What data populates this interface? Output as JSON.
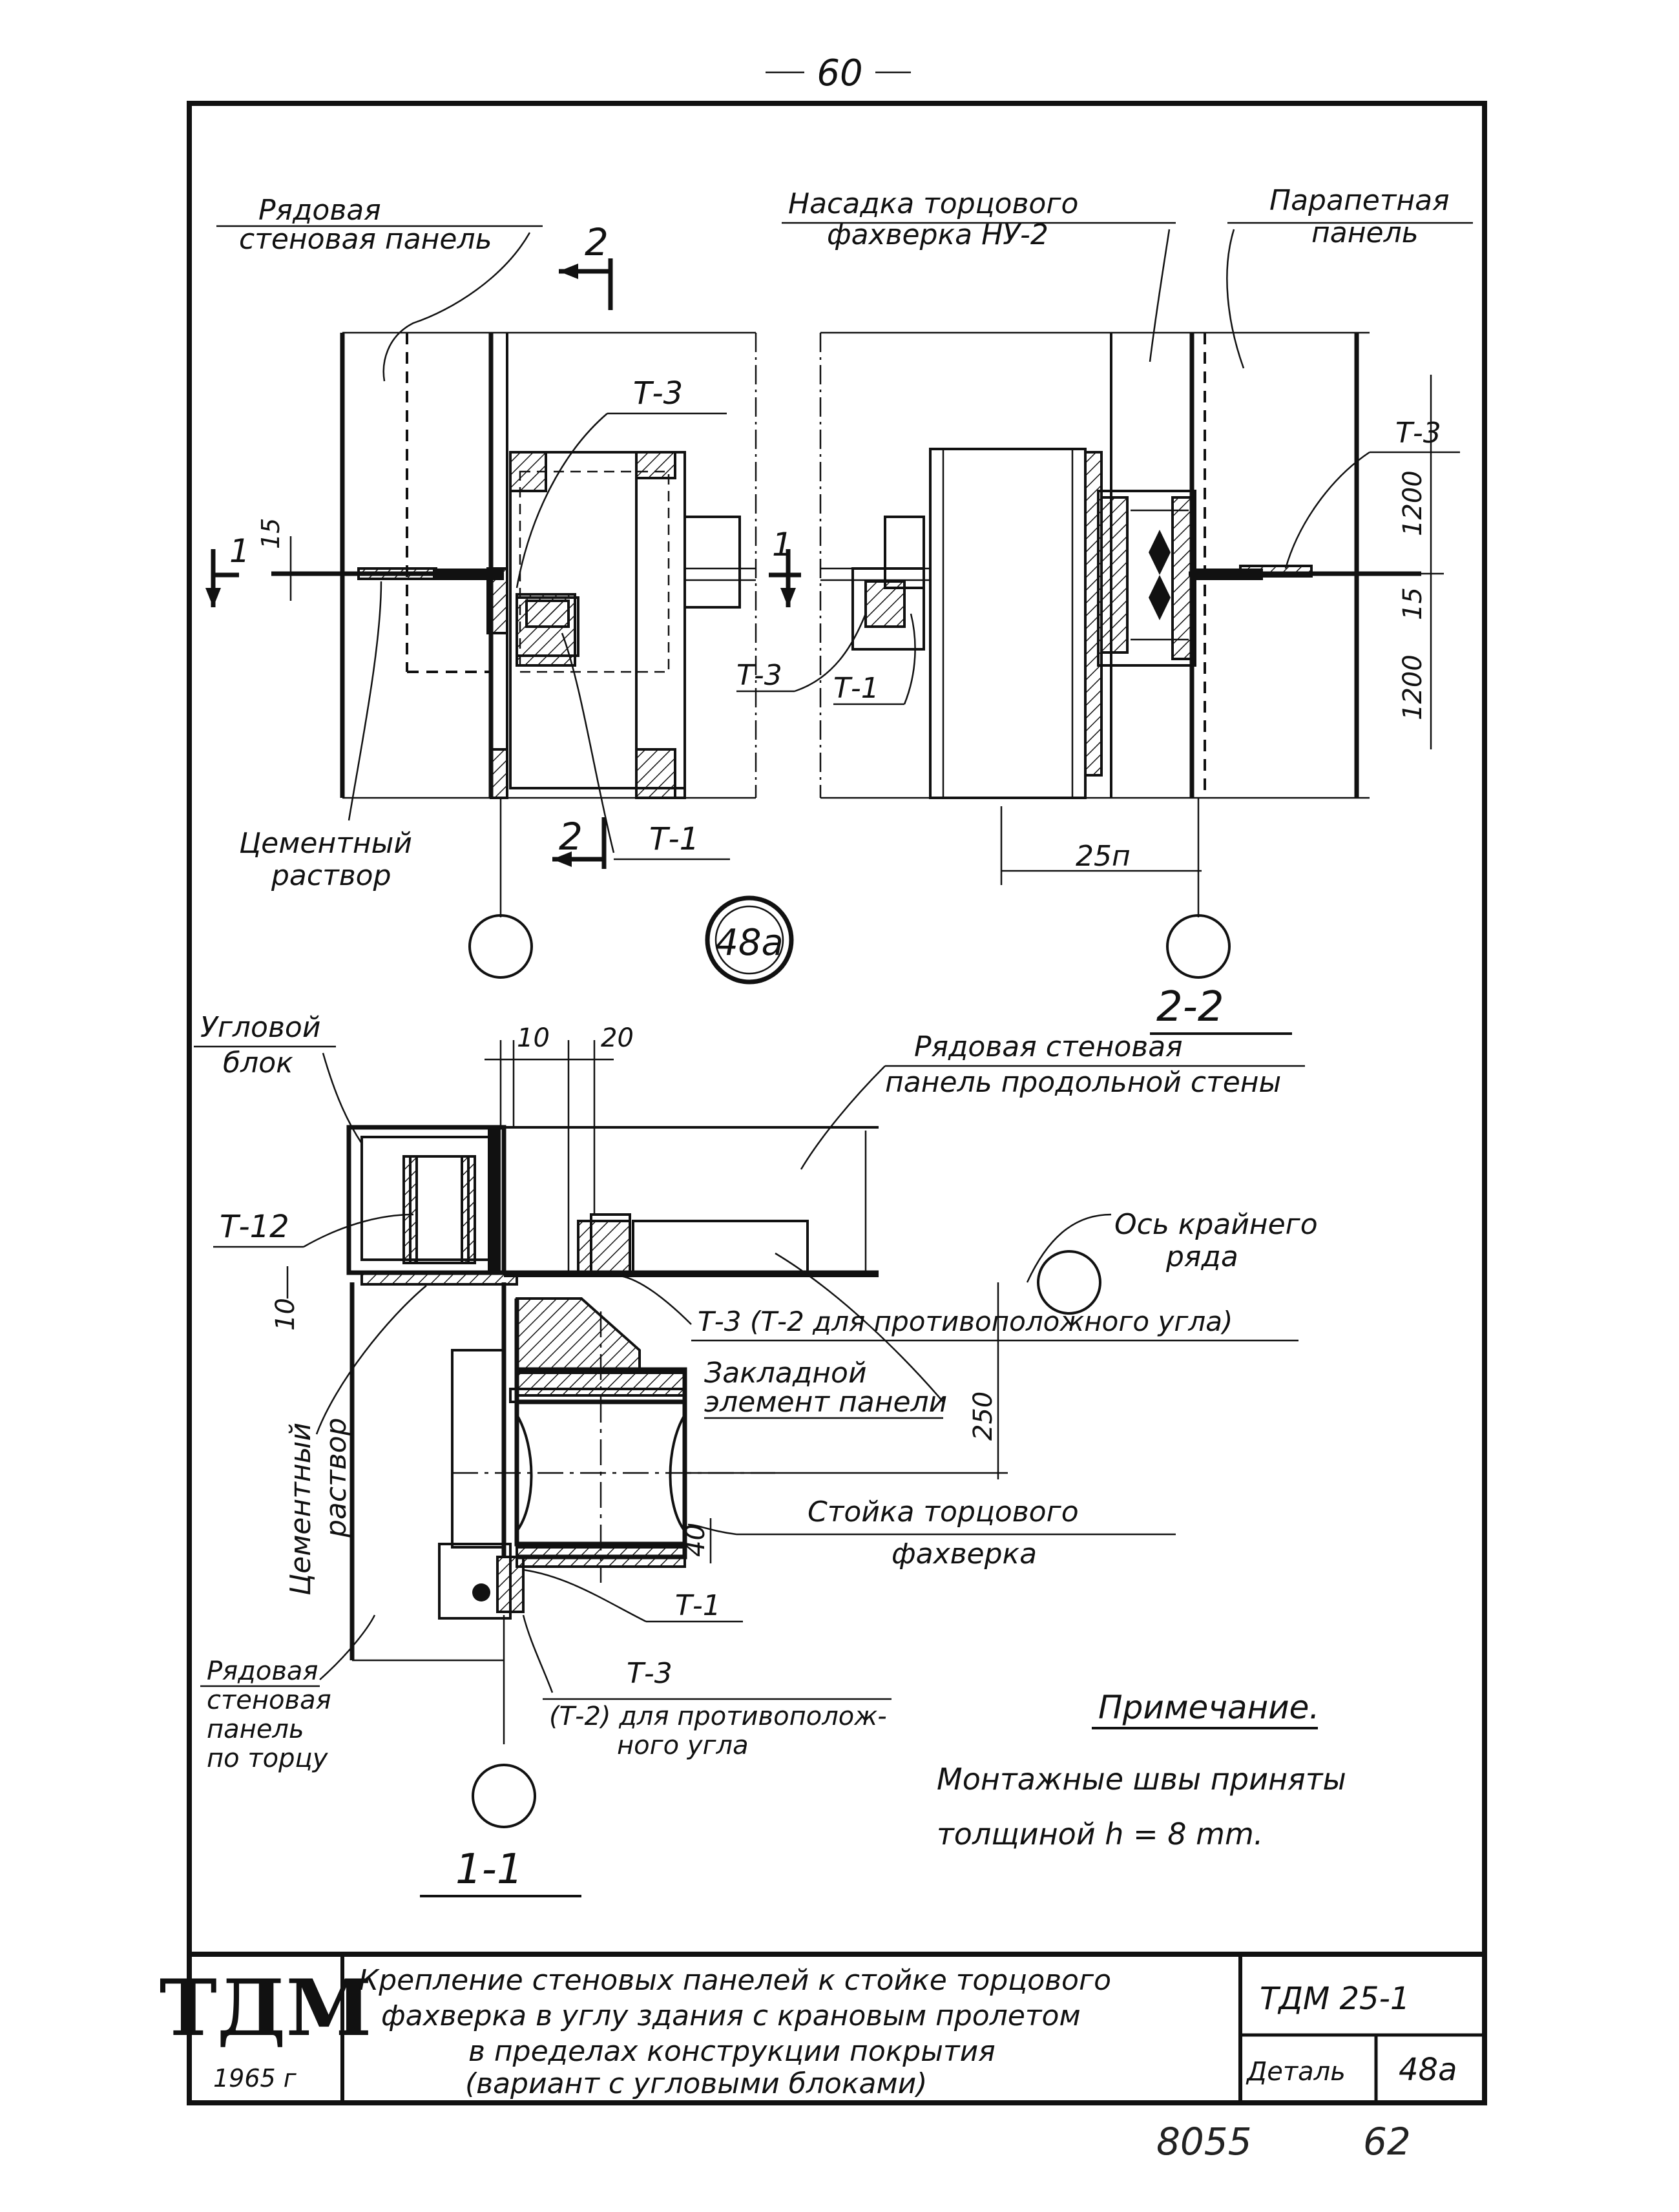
{
  "page_number": "60",
  "labels": {
    "ryadovaya_panel": [
      "Рядовая",
      "стеновая панель"
    ],
    "nasadka": [
      "Насадка торцового",
      "фахверка НУ-2"
    ],
    "parapetnaya": [
      "Парапетная",
      "панель"
    ],
    "cement_top": [
      "Цементный",
      "раствор"
    ],
    "circle_mark": "48а",
    "uglovoi_blok": [
      "Угловой",
      "блок"
    ],
    "ryadovaya_prod": [
      "Рядовая стеновая",
      "панель продольной стены"
    ],
    "os_kraynego": [
      "Ось крайнего",
      "ряда"
    ],
    "t3_t2": "Т-3 (Т-2 для противоположного угла)",
    "zakladnoi": [
      "Закладной",
      "элемент панели"
    ],
    "stoika": [
      "Стойка торцового",
      "фахверка"
    ],
    "cement_bottom": [
      "Цементный",
      "раствор"
    ],
    "ryadovaya_tor": [
      "Рядовая",
      "стеновая",
      "панель",
      "по торцу"
    ],
    "t3_bottom": [
      "Т-3",
      "(Т-2) для противополож-",
      "ного угла"
    ]
  },
  "marks": {
    "t3": "Т-3",
    "t1": "Т-1",
    "t12": "Т-12",
    "sec1": "1",
    "sec2": "2",
    "section_2_2": "2-2",
    "section_1_1": "1-1"
  },
  "dimensions": {
    "d15": "15",
    "d1200": "1200",
    "d25n": "25п",
    "d10": "10",
    "d20": "20",
    "d250": "250",
    "d40": "40"
  },
  "note": {
    "title": "Примечание.",
    "lines": [
      "Монтажные швы приняты",
      "толщиной  h = 8 mm."
    ]
  },
  "title_block": {
    "logo": "ТДМ",
    "year": "1965 г",
    "title_lines": [
      "Крепление стеновых панелей к стойке торцового",
      "фахверка  в углу  здания с крановым пролетом",
      "в пределах  конструкции покрытия",
      "(вариант  с угловыми  блоками)"
    ],
    "code": "ТДМ 25-1",
    "detail_label": "Деталь",
    "detail_value": "48а"
  },
  "footer": {
    "archive_no": "8055",
    "sheet_no": "62"
  }
}
